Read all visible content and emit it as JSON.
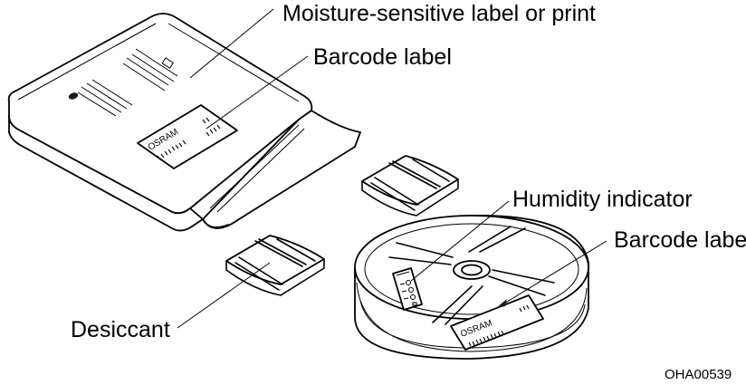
{
  "labels": {
    "moisture_label": "Moisture-sensitive label or print",
    "barcode_bag": "Barcode label",
    "humidity": "Humidity indicator",
    "barcode_reel": "Barcode label",
    "desiccant": "Desiccant",
    "figure_code": "OHA00539"
  },
  "print": {
    "bag_label_brand": "OSRAM",
    "reel_label_brand": "OSRAM"
  }
}
